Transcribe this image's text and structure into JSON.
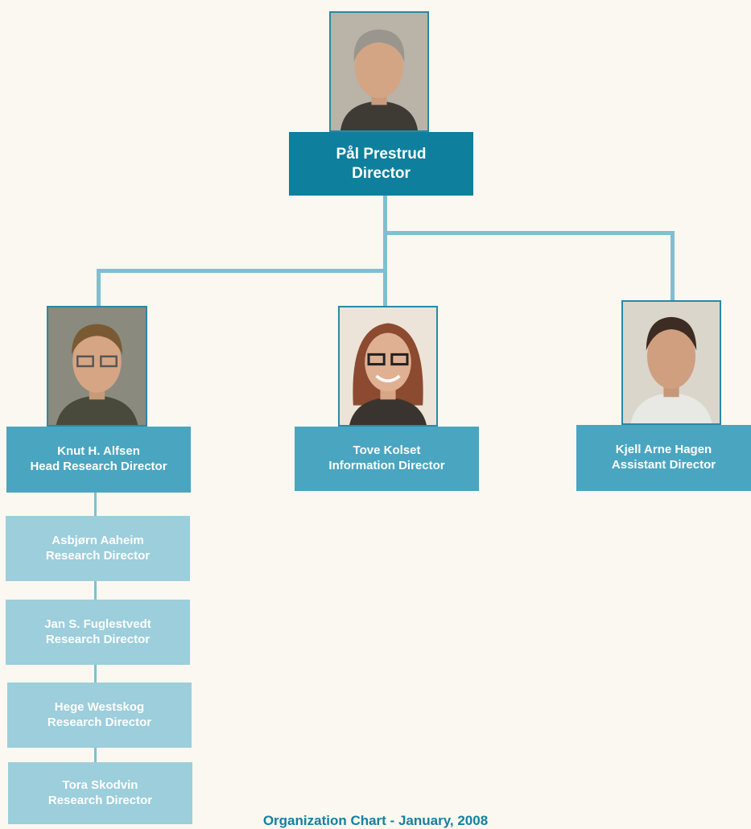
{
  "director": {
    "name": "Pål Prestrud",
    "title": "Director"
  },
  "reports": [
    {
      "name": "Knut H. Alfsen",
      "title": "Head Research Director"
    },
    {
      "name": "Tove Kolset",
      "title": "Information Director"
    },
    {
      "name": "Kjell Arne Hagen",
      "title": "Assistant Director"
    }
  ],
  "research_directors": [
    {
      "name": "Asbjørn Aaheim",
      "title": "Research Director"
    },
    {
      "name": "Jan S. Fuglestvedt",
      "title": "Research Director"
    },
    {
      "name": "Hege Westskog",
      "title": "Research Director"
    },
    {
      "name": "Tora Skodvin",
      "title": "Research Director"
    }
  ],
  "caption": "Organization Chart - January, 2008",
  "colors": {
    "background": "#faf8f0",
    "director_box": "#0e7f9d",
    "report_box": "#4aa5c1",
    "research_box": "#9ccedc",
    "connector": "#7fbfd2",
    "caption_text": "#1380a0"
  }
}
